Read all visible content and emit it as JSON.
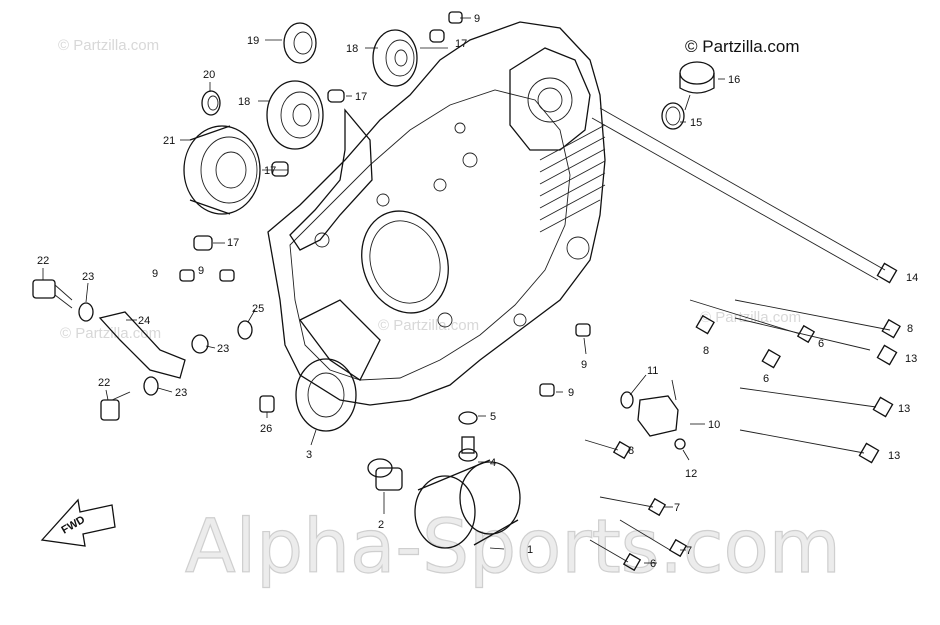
{
  "watermark": {
    "main": "Alpha-Sports.com",
    "small": "© Partzilla.com"
  },
  "brand": {
    "text": "© Partzilla.com"
  },
  "fwd_arrow": {
    "text": "FWD"
  },
  "callouts": [
    {
      "id": "c1",
      "text": "1"
    },
    {
      "id": "c2",
      "text": "2"
    },
    {
      "id": "c3",
      "text": "3"
    },
    {
      "id": "c4",
      "text": "4"
    },
    {
      "id": "c5",
      "text": "5"
    },
    {
      "id": "c6a",
      "text": "6"
    },
    {
      "id": "c6b",
      "text": "6"
    },
    {
      "id": "c6c",
      "text": "6"
    },
    {
      "id": "c7a",
      "text": "7"
    },
    {
      "id": "c7b",
      "text": "7"
    },
    {
      "id": "c8a",
      "text": "8"
    },
    {
      "id": "c8b",
      "text": "8"
    },
    {
      "id": "c8c",
      "text": "8"
    },
    {
      "id": "c9a",
      "text": "9"
    },
    {
      "id": "c9b",
      "text": "9"
    },
    {
      "id": "c9c",
      "text": "9"
    },
    {
      "id": "c9d",
      "text": "9"
    },
    {
      "id": "c9e",
      "text": "9"
    },
    {
      "id": "c10",
      "text": "10"
    },
    {
      "id": "c11",
      "text": "11"
    },
    {
      "id": "c12",
      "text": "12"
    },
    {
      "id": "c13a",
      "text": "13"
    },
    {
      "id": "c13b",
      "text": "13"
    },
    {
      "id": "c13c",
      "text": "13"
    },
    {
      "id": "c14",
      "text": "14"
    },
    {
      "id": "c15",
      "text": "15"
    },
    {
      "id": "c16",
      "text": "16"
    },
    {
      "id": "c17a",
      "text": "17"
    },
    {
      "id": "c17b",
      "text": "17"
    },
    {
      "id": "c17c",
      "text": "17"
    },
    {
      "id": "c17d",
      "text": "17"
    },
    {
      "id": "c18a",
      "text": "18"
    },
    {
      "id": "c18b",
      "text": "18"
    },
    {
      "id": "c19",
      "text": "19"
    },
    {
      "id": "c20",
      "text": "20"
    },
    {
      "id": "c21",
      "text": "21"
    },
    {
      "id": "c22a",
      "text": "22"
    },
    {
      "id": "c22b",
      "text": "22"
    },
    {
      "id": "c23a",
      "text": "23"
    },
    {
      "id": "c23b",
      "text": "23"
    },
    {
      "id": "c23c",
      "text": "23"
    },
    {
      "id": "c24",
      "text": "24"
    },
    {
      "id": "c25",
      "text": "25"
    },
    {
      "id": "c26",
      "text": "26"
    }
  ]
}
